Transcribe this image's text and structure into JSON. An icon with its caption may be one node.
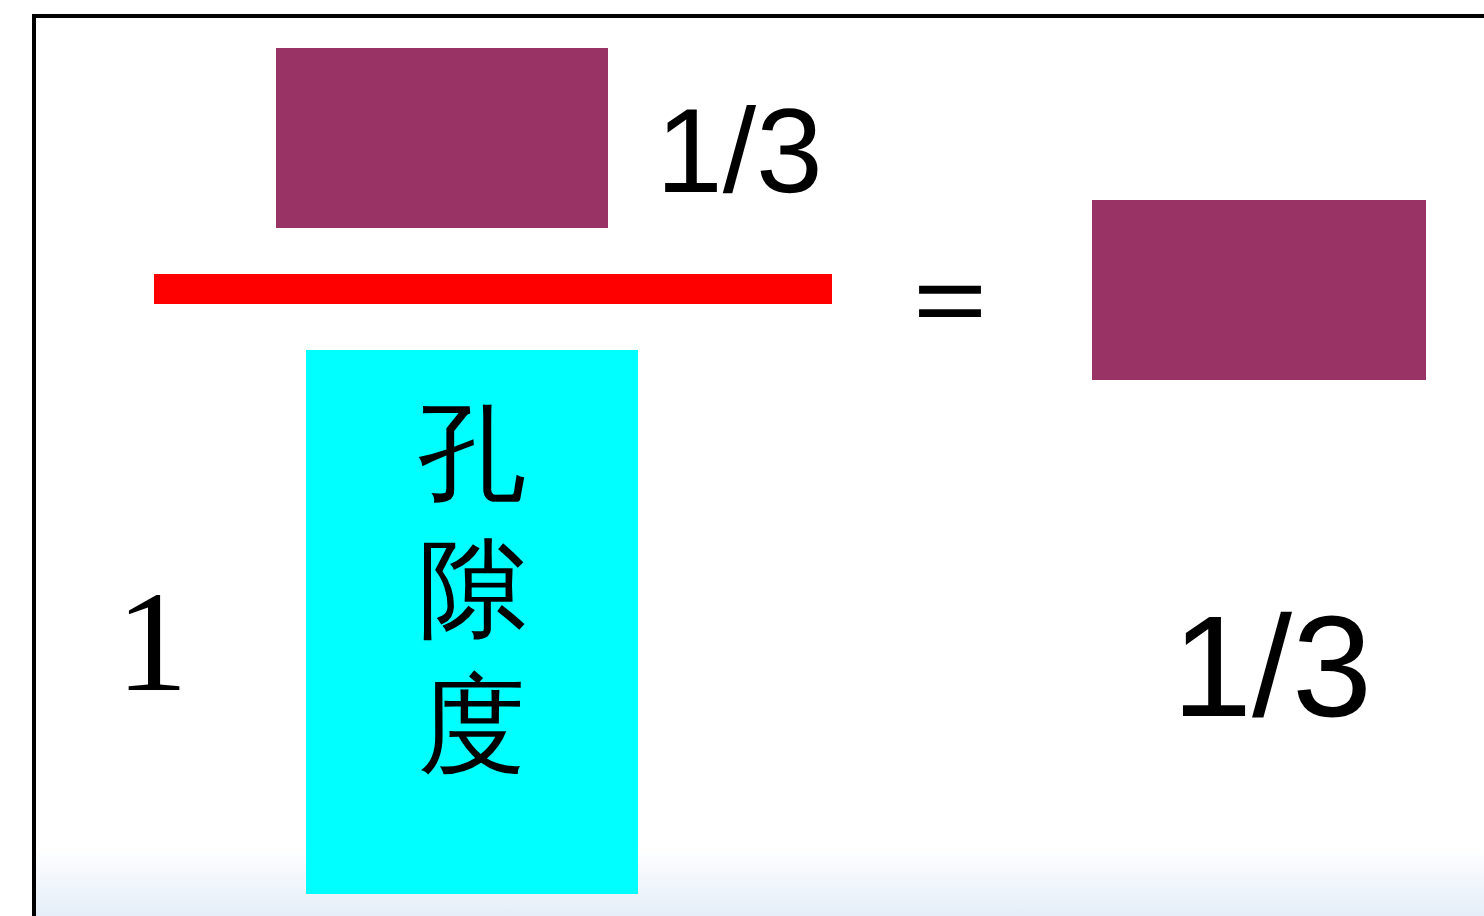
{
  "diagram": {
    "nodes": [
      {
        "text": [],
        "shape": "box"
      },
      {
        "text": [],
        "shape": "bar"
      },
      {
        "text": [
          "孔隙度"
        ]
      },
      {
        "text": [],
        "shape": "box"
      }
    ],
    "labels": [
      "1/3",
      "＝",
      "1",
      "1/3"
    ]
  }
}
